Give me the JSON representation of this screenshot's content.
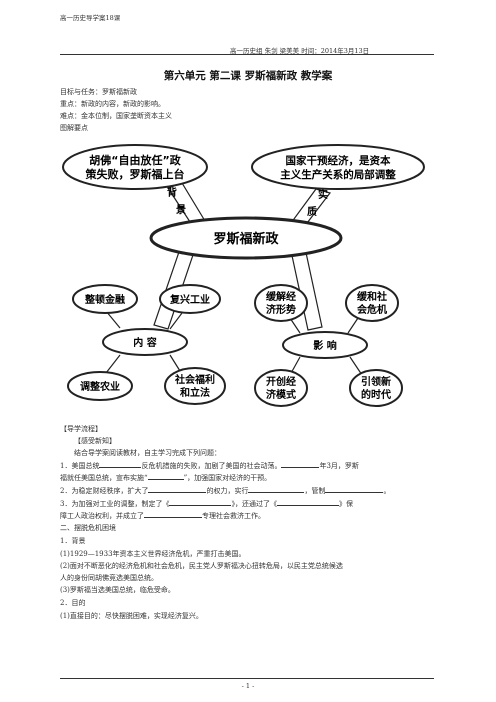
{
  "header": {
    "left": "高一历史导学案18课",
    "right": "高一历史组 朱剑  梁美美  时间：2014年3月13日"
  },
  "title": "第六单元 第二课 罗斯福新政 教学案",
  "meta": {
    "goal": "目标与任务：罗斯福新政",
    "key": "重点：新政的内容，新政的影响。",
    "difficult": "难点：金本位制，国家垄断资本主义",
    "diagram": "图解要点"
  },
  "diagram": {
    "center": "罗斯福新政",
    "top_left": [
      "胡佛“自由放任”政",
      "策失败，罗斯福上台"
    ],
    "top_right": [
      "国家干预经济，是资本",
      "主义生产关系的局部调整"
    ],
    "label_background": [
      "背",
      "景"
    ],
    "label_essence": [
      "实",
      "质"
    ],
    "content": "内 容",
    "impact": "影 响",
    "content_items": [
      "整顿金融",
      "复兴工业",
      "调整农业",
      [
        "社会福利",
        "和立法"
      ]
    ],
    "impact_items": [
      [
        "缓解经",
        "济形势"
      ],
      [
        "缓和社",
        "会危机"
      ],
      [
        "开创经",
        "济模式"
      ],
      [
        "引领新",
        "的时代"
      ]
    ]
  },
  "body": {
    "section": "【导学流程】",
    "sub": "【感受新知】",
    "intro": "结合导学案阅读教材，自主学习完成下列问题：",
    "q1a": "1．美国总统",
    "q1b": "反危机措施的失败，加剧了美国的社会动荡。",
    "q1c": "年3月，罗斯",
    "q1d": "福就任美国总统，宣布实施“",
    "q1e": "”，加强国家对经济的干预。",
    "q2a": "2．为稳定财经秩序，扩大了",
    "q2b": "的权力，实行",
    "q2c": "，管制",
    "q2d": "。",
    "q3a": "3．为加强对工业的调整，制定了《",
    "q3b": "》，还通过了《",
    "q3c": "》保",
    "q3d": "障工人政治权利，并成立了",
    "q3e": "专理社会救济工作。",
    "h2": "二、摆脱危机困境",
    "h3": "1．背景",
    "p1": "(1)1929—1933年资本主义世界经济危机，严重打击美国。",
    "p2": "(2)面对不断恶化的经济危机和社会危机，民主党人罗斯福决心扭转危局，以民主党总统候选",
    "p3": "人的身份同胡佛竞选美国总统。",
    "p4": "(3)罗斯福当选美国总统，临危受命。",
    "h4": "2．目的",
    "p5": "(1)直接目的：尽快摆脱困难，实现经济复兴。"
  },
  "footer": {
    "page": "- 1 -"
  }
}
